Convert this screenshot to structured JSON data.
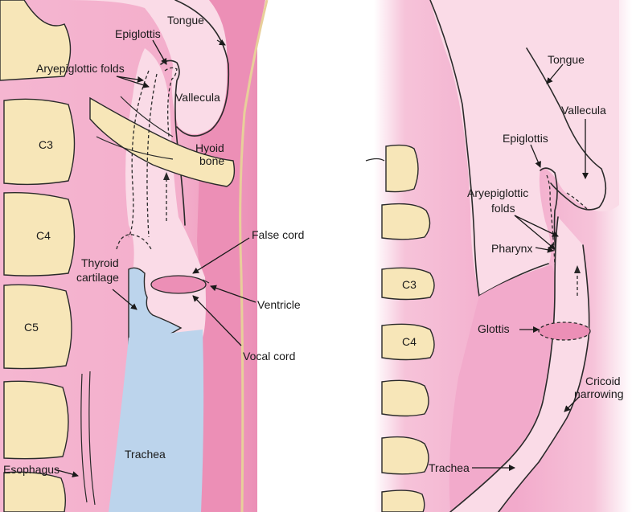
{
  "left_panel": {
    "labels": {
      "tongue": "Tongue",
      "epiglottis": "Epiglottis",
      "aryepiglottic_folds": "Aryepiglottic folds",
      "vallecula": "Vallecula",
      "c3": "C3",
      "hyoid_line1": "Hyoid",
      "hyoid_line2": "bone",
      "c4": "C4",
      "false_cord": "False cord",
      "thyroid_line1": "Thyroid",
      "thyroid_line2": "cartilage",
      "ventricle": "Ventricle",
      "c5": "C5",
      "vocal_cord": "Vocal cord",
      "trachea": "Trachea",
      "esophagus": "Esophagus"
    }
  },
  "right_panel": {
    "labels": {
      "tongue": "Tongue",
      "vallecula": "Vallecula",
      "epiglottis": "Epiglottis",
      "aryepiglottic_line1": "Aryepiglottic",
      "aryepiglottic_line2": "folds",
      "pharynx": "Pharynx",
      "c3": "C3",
      "c4": "C4",
      "glottis": "Glottis",
      "cricoid_line1": "Cricoid",
      "cricoid_line2": "narrowing",
      "trachea": "Trachea"
    }
  },
  "colors": {
    "soft_tissue": "#f4b3cf",
    "airway": "#fadbe7",
    "bone": "#f7e6b8",
    "cartilage": "#bcd4ec",
    "deep_pink": "#ec8fb6",
    "skin": "#f0d8a8"
  }
}
